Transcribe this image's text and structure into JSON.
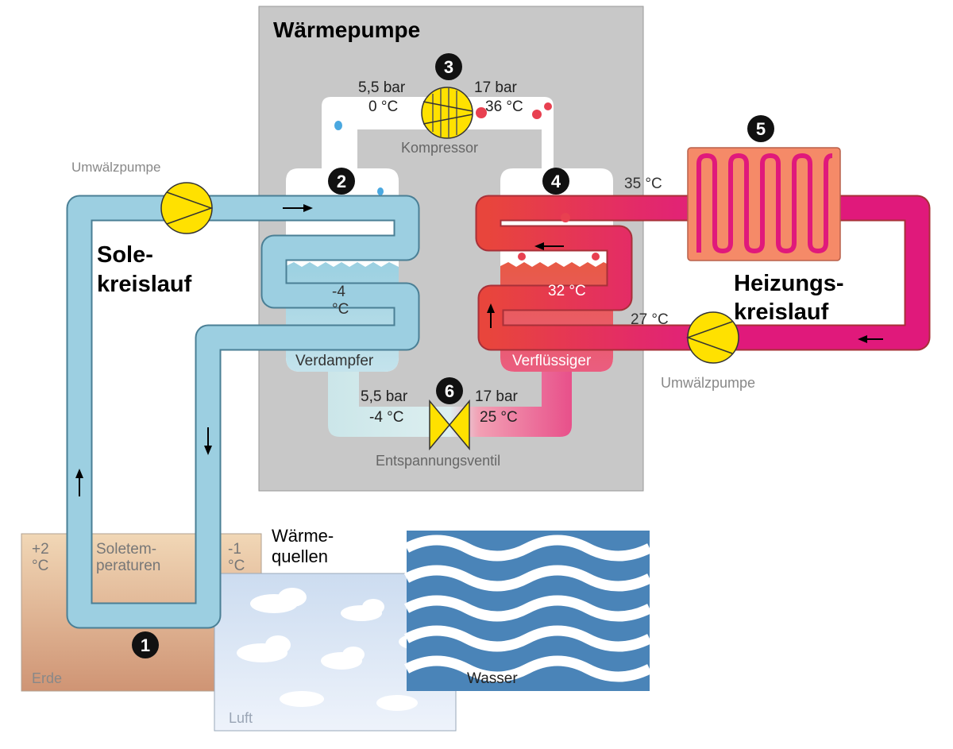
{
  "title": "Wärmepumpe",
  "numbers": {
    "n1": "1",
    "n2": "2",
    "n3": "3",
    "n4": "4",
    "n5": "5",
    "n6": "6"
  },
  "compressor": {
    "label": "Kompressor",
    "left_pressure": "5,5 bar",
    "left_temp": "0 °C",
    "right_pressure": "17 bar",
    "right_temp": "36 °C"
  },
  "valve": {
    "label": "Entspannungsventil",
    "left_pressure": "5,5 bar",
    "left_temp": "-4 °C",
    "right_pressure": "17 bar",
    "right_temp": "25 °C"
  },
  "evaporator": {
    "label": "Verdampfer",
    "temp_value": "-4",
    "temp_unit": "°C"
  },
  "condenser": {
    "label": "Verflüssiger",
    "temp": "32 °C"
  },
  "sole_circuit": {
    "label_line1": "Sole-",
    "label_line2": "kreislauf",
    "pump_label": "Umwälzpumpe",
    "temp_in_value": "+2",
    "temp_in_unit": "°C",
    "temp_out_value": "-1",
    "temp_out_unit": "°C",
    "soletemp_line1": "Soletem-",
    "soletemp_line2": "peraturen"
  },
  "heating_circuit": {
    "label_line1": "Heizungs-",
    "label_line2": "kreislauf",
    "pump_label": "Umwälzpumpe",
    "temp_supply": "35 °C",
    "temp_return": "27 °C"
  },
  "heat_sources": {
    "label_line1": "Wärme-",
    "label_line2": "quellen",
    "earth": "Erde",
    "air": "Luft",
    "water": "Wasser"
  },
  "colors": {
    "brine": "#99cde0",
    "refrigerant_cold": "#c4e1e6",
    "refrigerant_hot": "#e8504a",
    "heating": "#e0167a",
    "housing": "#c8c8c8",
    "pump": "#ffe100",
    "radiator": "#f47c5e",
    "water": "#4682b4",
    "earth": "#dcae88",
    "air": "#dbe7f5"
  }
}
